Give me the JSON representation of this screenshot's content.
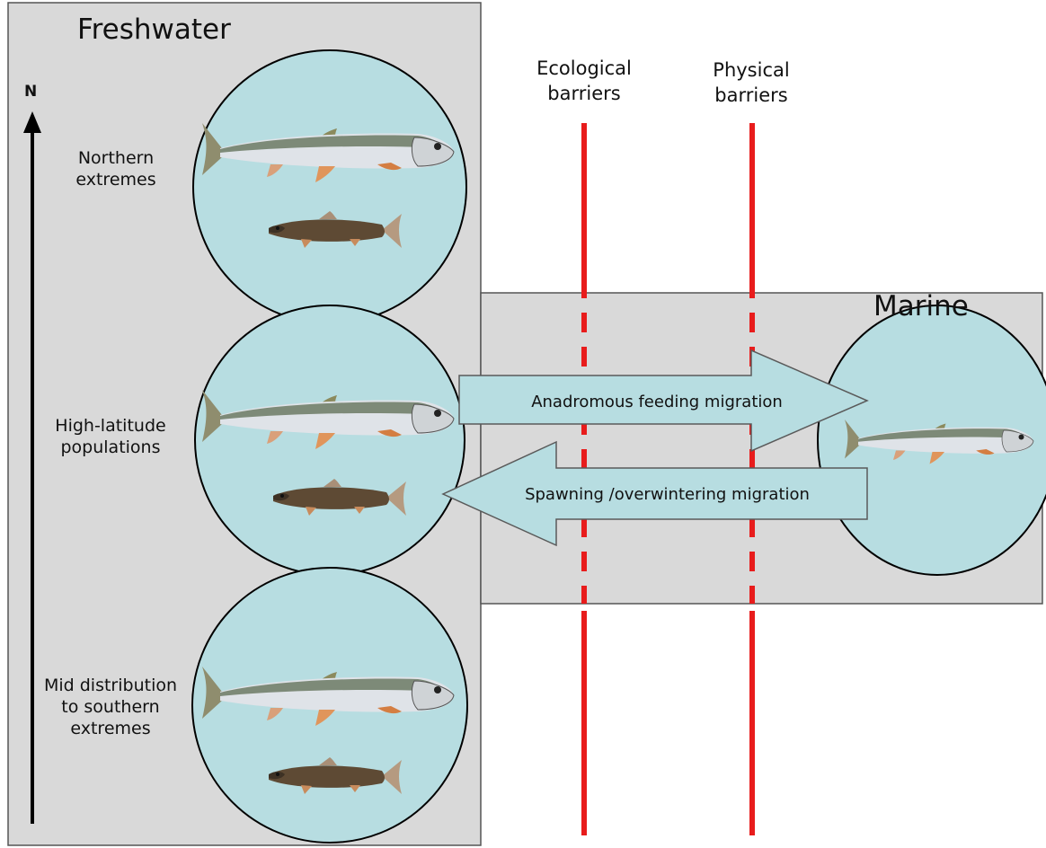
{
  "freshwater": {
    "title": "Freshwater",
    "direction_label": "N",
    "regions": [
      {
        "label": "Northern\nextremes"
      },
      {
        "label": "High-latitude\npopulations"
      },
      {
        "label": "Mid distribution\nto southern\nextremes"
      }
    ]
  },
  "marine": {
    "title": "Marine"
  },
  "barriers": [
    {
      "label": "Ecological\nbarriers"
    },
    {
      "label": "Physical\nbarriers"
    }
  ],
  "migrations": {
    "feeding": "Anadromous feeding migration",
    "spawning": "Spawning /overwintering migration"
  },
  "colors": {
    "panel_fill": "#d9d9d9",
    "habitat_fill": "#b7dde1",
    "barrier_line": "#e81c1c",
    "arrow_fill": "#b7dde1"
  }
}
